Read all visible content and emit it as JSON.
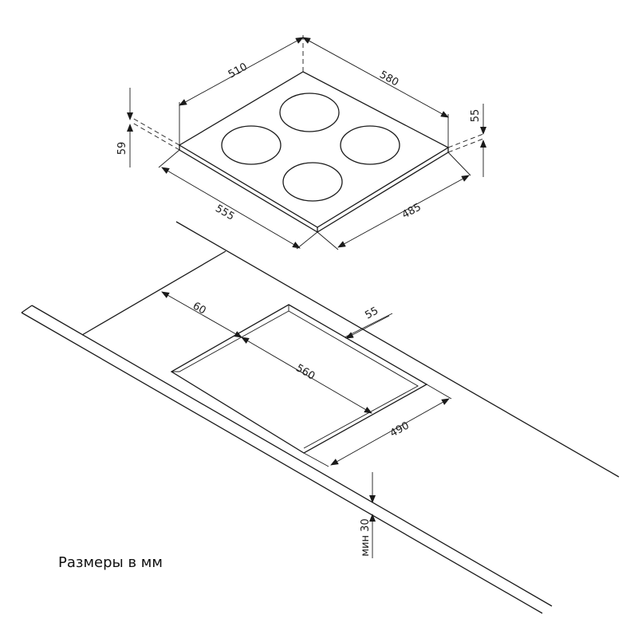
{
  "dimensions": {
    "hob_depth": "510",
    "hob_width": "580",
    "hob_height_right": "55",
    "hob_height_left": "59",
    "hob_body_width": "555",
    "hob_body_depth": "485",
    "cutout_front_offset": "60",
    "cutout_rear_offset": "55",
    "cutout_width": "560",
    "cutout_depth": "490",
    "countertop_min_thickness": "мин 30"
  },
  "caption": "Размеры в мм"
}
